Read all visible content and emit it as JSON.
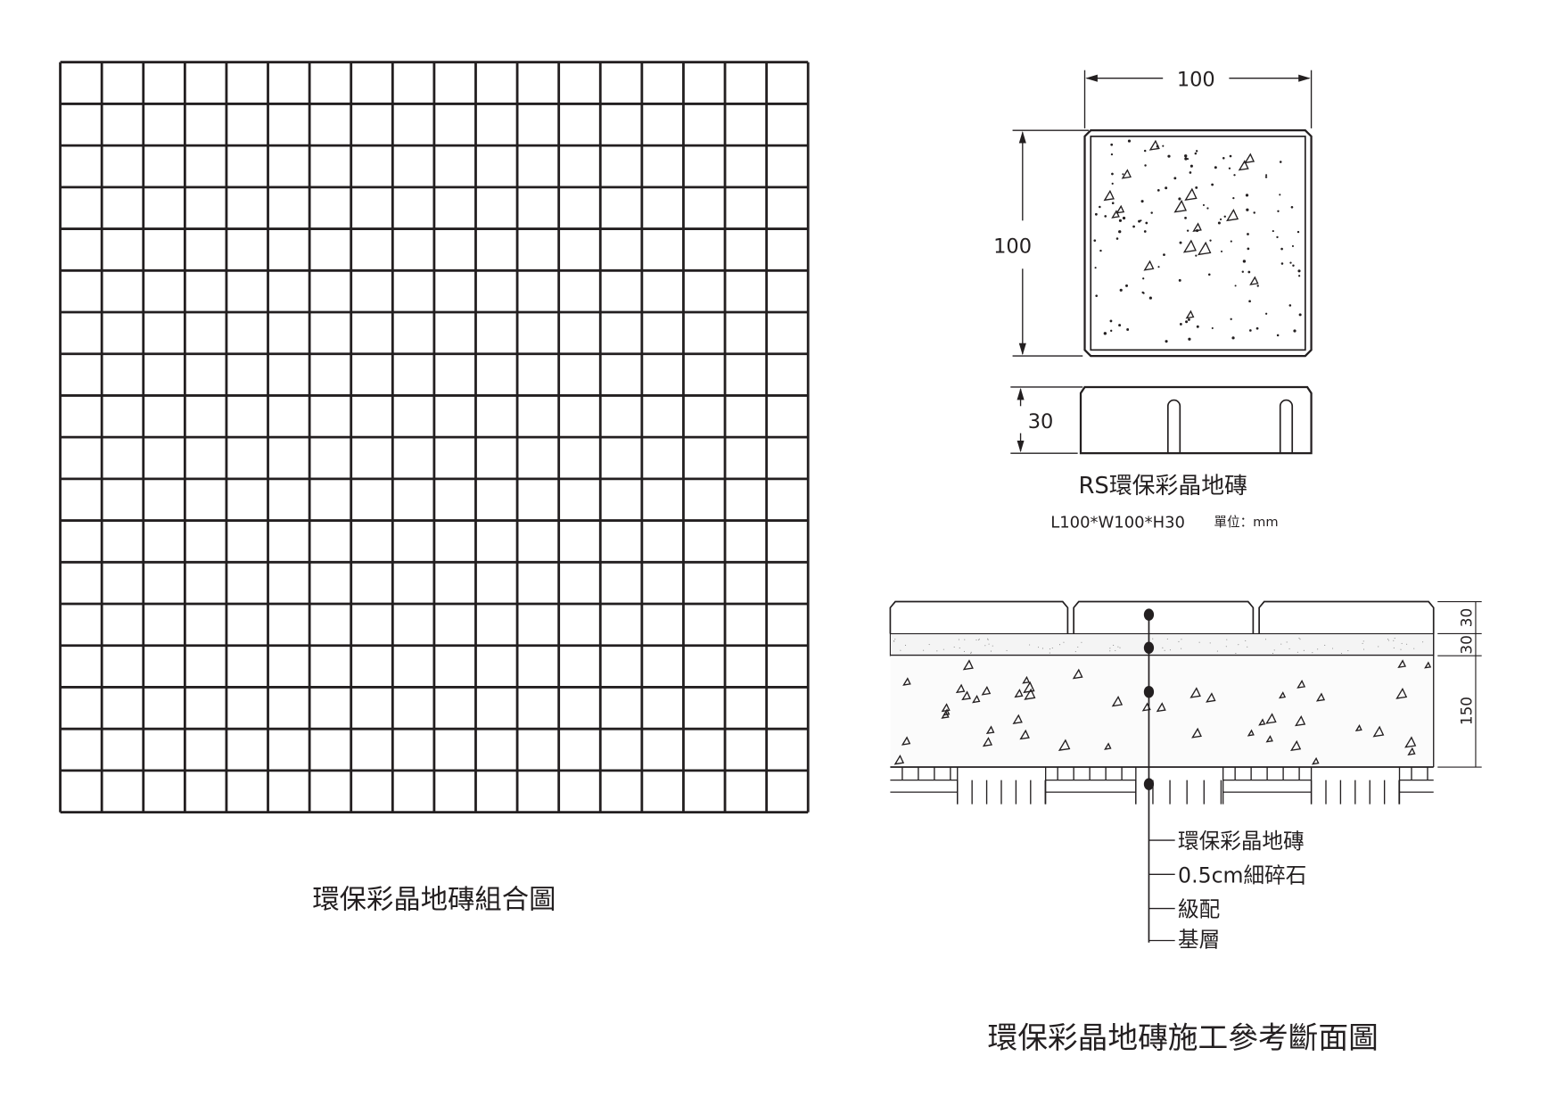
{
  "grid_plan": {
    "title": "環保彩晶地磚組合圖",
    "columns": 18,
    "rows": 18
  },
  "tile_detail": {
    "width_dim": "100",
    "length_dim": "100",
    "height_dim": "30",
    "name": "RS環保彩晶地磚",
    "spec": "L100*W100*H30",
    "unit": "單位：mm"
  },
  "section": {
    "title": "環保彩晶地磚施工參考斷面圖",
    "dims": [
      "30",
      "30",
      "150"
    ],
    "layers": [
      "環保彩晶地磚",
      "0.5cm細碎石",
      "級配",
      "基層"
    ]
  },
  "colors": {
    "ink": "#231f20",
    "background": "#ffffff"
  }
}
